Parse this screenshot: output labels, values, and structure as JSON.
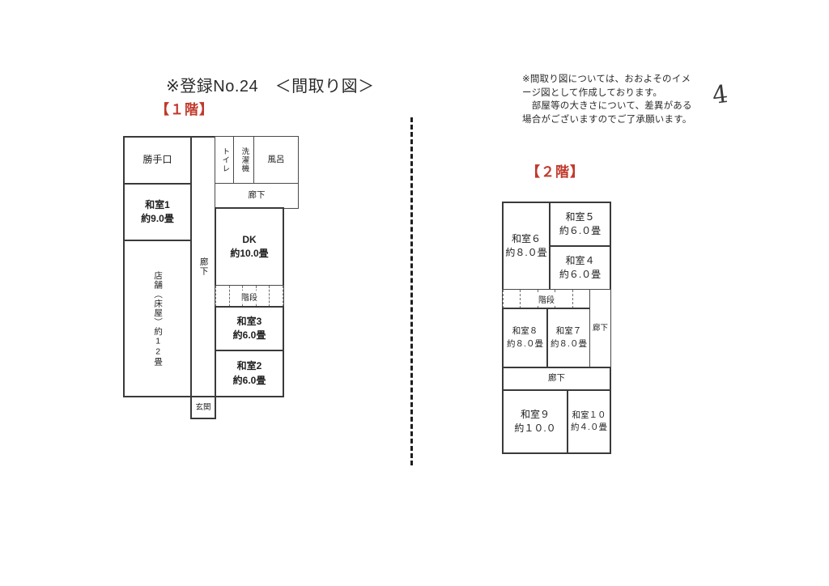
{
  "document": {
    "title": "※登録No.24　＜間取り図＞",
    "floor1_tag": "【１階】",
    "floor2_tag": "【２階】",
    "note": "※間取り図については、おおよそのイメージ図として作成しております。\n　部屋等の大きさについて、差異がある場合がございますのでご了承願います。",
    "hand_mark": "4"
  },
  "floor1": {
    "rooms": {
      "kitchen_door": {
        "name": "勝手口"
      },
      "washitsu1": {
        "name": "和室1",
        "size": "約9.0畳"
      },
      "shop": {
        "name": "店舗（床屋）約12畳"
      },
      "corridor_vertical": {
        "name": "廊下"
      },
      "toilet": {
        "name": "トイレ"
      },
      "washer": {
        "name": "洗濯機"
      },
      "bath": {
        "name": "風呂"
      },
      "corridor_top": {
        "name": "廊下"
      },
      "dk": {
        "name": "DK",
        "size": "約10.0畳"
      },
      "stairs": {
        "name": "階段"
      },
      "washitsu3": {
        "name": "和室3",
        "size": "約6.0畳"
      },
      "washitsu2": {
        "name": "和室2",
        "size": "約6.0畳"
      },
      "entrance": {
        "name": "玄関"
      }
    }
  },
  "floor2": {
    "rooms": {
      "washitsu6": {
        "name": "和室６",
        "size": "約８.０畳"
      },
      "washitsu5": {
        "name": "和室５",
        "size": "約６.０畳"
      },
      "washitsu4": {
        "name": "和室４",
        "size": "約６.０畳"
      },
      "stairs": {
        "name": "階段"
      },
      "washitsu8": {
        "name": "和室８",
        "size": "約８.０畳"
      },
      "washitsu7": {
        "name": "和室７",
        "size": "約８.０畳"
      },
      "corridor_right": {
        "name": "廊下"
      },
      "corridor_middle": {
        "name": "廊下"
      },
      "washitsu9": {
        "name": "和室９",
        "size": "約１０.０"
      },
      "washitsu10": {
        "name": "和室１０",
        "size": "約４.０畳"
      }
    }
  },
  "colors": {
    "accent_red": "#c0392b",
    "line": "#4a4a4a",
    "background": "#ffffff"
  }
}
